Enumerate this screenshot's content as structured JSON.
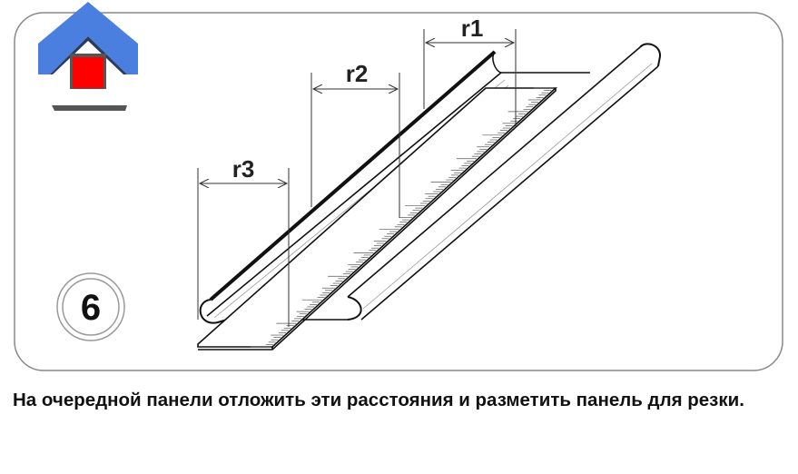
{
  "diagram": {
    "step_number": "6",
    "dimensions": [
      "r1",
      "r2",
      "r3"
    ],
    "logo_colors": {
      "roof": "#4a7fe0",
      "window": "#ff0000",
      "wall": "#ffffff"
    }
  },
  "caption": {
    "text": "На очередной панели отложить эти расстояния и разметить панель для резки."
  }
}
